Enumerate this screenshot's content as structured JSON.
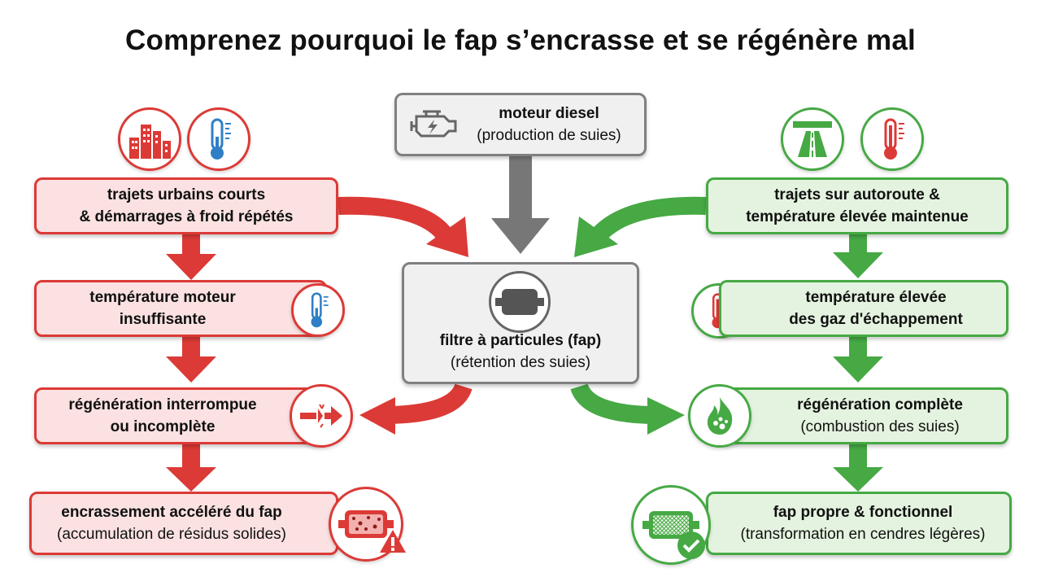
{
  "title": "Comprenez pourquoi le fap s’encrasse et se régénère mal",
  "center": {
    "engine": {
      "title": "moteur diesel",
      "subtitle": "(production de suies)"
    },
    "filter": {
      "title": "filtre à particules (fap)",
      "subtitle": "(rétention des suies)"
    }
  },
  "left": {
    "step1": {
      "line1": "trajets urbains courts",
      "line2": "& démarrages à froid répétés"
    },
    "step2": {
      "line1": "température moteur",
      "line2": "insuffisante"
    },
    "step3": {
      "line1": "régénération interrompue",
      "line2": "ou incomplète"
    },
    "step4": {
      "title": "encrassement accéléré du fap",
      "subtitle": "(accumulation de résidus solides)"
    }
  },
  "right": {
    "step1": {
      "line1": "trajets sur autoroute &",
      "line2": "température élevée maintenue"
    },
    "step2": {
      "line1": "température élevée",
      "line2": "des gaz d'échappement"
    },
    "step3": {
      "title": "régénération complète",
      "subtitle": "(combustion des suies)"
    },
    "step4": {
      "title": "fap propre & fonctionnel",
      "subtitle": "(transformation en cendres légères)"
    }
  },
  "colors": {
    "red": "#dc3a36",
    "green": "#46a944",
    "grey": "#777777",
    "blue": "#2f7fc6"
  },
  "icons": [
    "city-buildings-icon",
    "thermometer-cold-icon",
    "highway-icon",
    "thermometer-hot-icon",
    "engine-icon",
    "particle-filter-icon",
    "broken-arrow-icon",
    "clogged-filter-icon",
    "warning-icon",
    "flame-icon",
    "clean-filter-icon",
    "check-icon"
  ]
}
